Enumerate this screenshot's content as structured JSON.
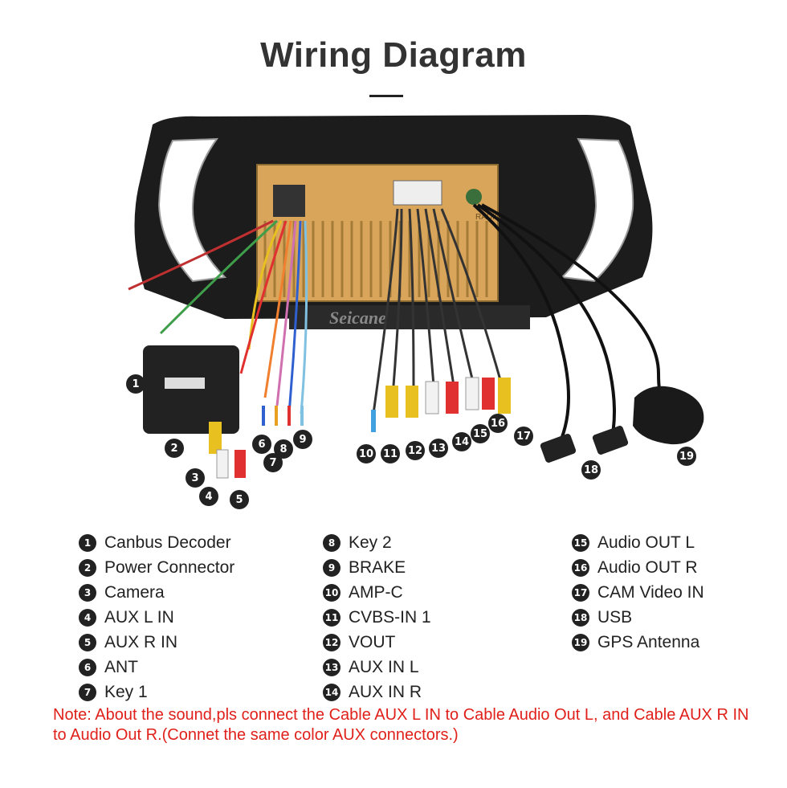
{
  "title": "Wiring Diagram",
  "brand_watermark": "Seicane",
  "panel_labels": {
    "radio": "RADIO"
  },
  "colors": {
    "note": "#e0201a",
    "callout": "#222222",
    "board": "#d9a55a"
  },
  "callouts": [
    "1",
    "2",
    "3",
    "4",
    "5",
    "6",
    "7",
    "8",
    "9",
    "10",
    "11",
    "12",
    "13",
    "14",
    "15",
    "16",
    "17",
    "18",
    "19"
  ],
  "legend": [
    {
      "num": "1",
      "label": "Canbus Decoder"
    },
    {
      "num": "2",
      "label": "Power Connector"
    },
    {
      "num": "3",
      "label": "Camera"
    },
    {
      "num": "4",
      "label": "AUX L IN"
    },
    {
      "num": "5",
      "label": "AUX R IN"
    },
    {
      "num": "6",
      "label": "ANT"
    },
    {
      "num": "7",
      "label": "Key 1"
    },
    {
      "num": "8",
      "label": "Key 2"
    },
    {
      "num": "9",
      "label": "BRAKE"
    },
    {
      "num": "10",
      "label": "AMP-C"
    },
    {
      "num": "11",
      "label": "CVBS-IN 1"
    },
    {
      "num": "12",
      "label": "VOUT"
    },
    {
      "num": "13",
      "label": "AUX IN L"
    },
    {
      "num": "14",
      "label": "AUX IN R"
    },
    {
      "num": "15",
      "label": "Audio OUT L"
    },
    {
      "num": "16",
      "label": "Audio OUT R"
    },
    {
      "num": "17",
      "label": "CAM Video IN"
    },
    {
      "num": "18",
      "label": "USB"
    },
    {
      "num": "19",
      "label": "GPS Antenna"
    }
  ],
  "note": "Note: About the sound,pls connect the Cable AUX L IN to Cable Audio Out L, and Cable AUX R IN to  Audio Out R.(Connet the same color AUX connectors.)"
}
